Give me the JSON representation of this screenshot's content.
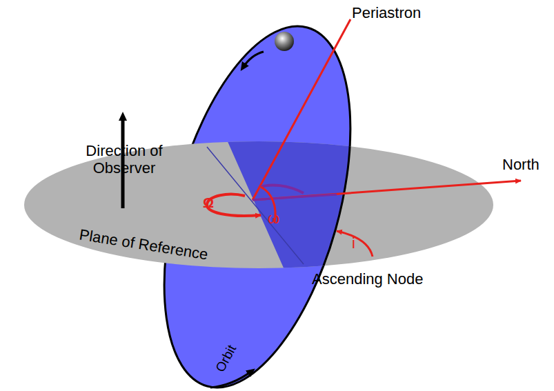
{
  "diagram": {
    "labels": [
      "Periastron",
      "Direction of Observer",
      "North",
      "Plane of Reference",
      "Ascending Node",
      "Ω",
      "ω",
      "i",
      "Orbit"
    ]
  }
}
